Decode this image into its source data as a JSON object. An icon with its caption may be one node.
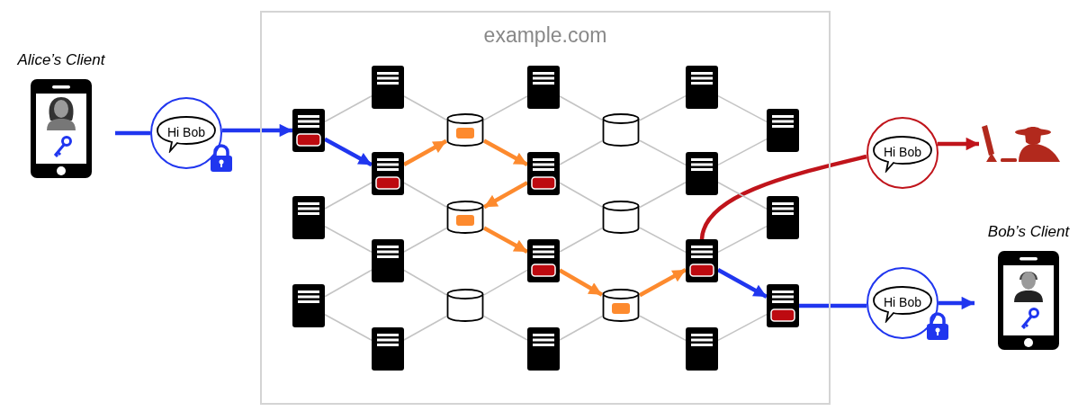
{
  "diagram": {
    "nodes": [
      {
        "text": [
          "Alice’s Client"
        ]
      },
      {
        "text": [
          "Hi Bob"
        ]
      },
      {
        "text": [
          "example.com"
        ]
      },
      {
        "text": [],
        "shape": "server",
        "in": 2
      },
      {
        "text": [],
        "shape": "server",
        "in": 2
      },
      {
        "text": [],
        "shape": "server",
        "in": 2
      },
      {
        "text": [],
        "shape": "server",
        "in": 2
      },
      {
        "text": [],
        "shape": "server",
        "in": 2
      },
      {
        "text": [],
        "shape": "server",
        "in": 2
      },
      {
        "text": [],
        "shape": "server",
        "in": 2
      },
      {
        "text": [],
        "shape": "cylinder",
        "in": 2
      },
      {
        "text": [],
        "shape": "cylinder",
        "in": 2
      },
      {
        "text": [],
        "shape": "cylinder",
        "in": 2
      },
      {
        "text": [],
        "shape": "server",
        "in": 2
      },
      {
        "text": [],
        "shape": "server",
        "in": 2
      },
      {
        "text": [],
        "shape": "server",
        "in": 2
      },
      {
        "text": [],
        "shape": "server",
        "in": 2
      },
      {
        "text": [],
        "shape": "cylinder",
        "in": 2
      },
      {
        "text": [],
        "shape": "cylinder",
        "in": 2
      },
      {
        "text": [],
        "shape": "cylinder",
        "in": 2
      },
      {
        "text": [],
        "shape": "server",
        "in": 2
      },
      {
        "text": [],
        "shape": "server",
        "in": 2
      },
      {
        "text": [],
        "shape": "server",
        "in": 2
      },
      {
        "text": [],
        "shape": "server",
        "in": 2
      },
      {
        "text": [],
        "shape": "server",
        "in": 2
      },
      {
        "text": [],
        "shape": "server",
        "in": 2
      },
      {
        "text": [],
        "shape": "server",
        "in": 2
      },
      {
        "text": [
          "Hi Bob"
        ]
      },
      {
        "text": [],
        "shape": "picture"
      },
      {
        "text": [
          "Hi Bob"
        ]
      },
      {
        "text": [
          "Bob’s Client"
        ]
      }
    ],
    "edges": [
      {
        "from": 0,
        "to": 1,
        "arrow": "none",
        "style": "thick",
        "color": "#2036ef"
      },
      {
        "from": 1,
        "to": 3,
        "arrow": "to",
        "style": "thick",
        "color": "#2036ef"
      },
      {
        "from": 3,
        "to": 7,
        "arrow": "to",
        "style": "thick",
        "color": "#2036ef"
      },
      {
        "from": 7,
        "to": 10,
        "arrow": "to",
        "style": "thick",
        "color": "#fd8a2e"
      },
      {
        "from": 10,
        "to": 14,
        "arrow": "to",
        "style": "thick",
        "color": "#fd8a2e"
      },
      {
        "from": 14,
        "to": 11,
        "arrow": "to",
        "style": "thick",
        "color": "#fd8a2e"
      },
      {
        "from": 11,
        "to": 15,
        "arrow": "to",
        "style": "thick",
        "color": "#fd8a2e"
      },
      {
        "from": 15,
        "to": 19,
        "arrow": "to",
        "style": "thick",
        "color": "#fd8a2e"
      },
      {
        "from": 19,
        "to": 22,
        "arrow": "to",
        "style": "thick",
        "color": "#fd8a2e"
      },
      {
        "from": 22,
        "to": 26,
        "arrow": "to",
        "style": "thick",
        "color": "#2036ef"
      },
      {
        "from": 26,
        "to": 29,
        "arrow": "none",
        "style": "thick",
        "color": "#2036ef"
      },
      {
        "from": 29,
        "to": 30,
        "arrow": "to",
        "style": "thick",
        "color": "#2036ef"
      },
      {
        "from": 22,
        "to": 27,
        "arrow": "none",
        "style": "thick",
        "color": "#c0141b"
      },
      {
        "from": 27,
        "to": 28,
        "arrow": "to",
        "style": "thick",
        "color": "#c0141b"
      },
      {
        "from": 3,
        "to": 6,
        "arrow": "none"
      },
      {
        "from": 4,
        "to": 7,
        "arrow": "none"
      },
      {
        "from": 4,
        "to": 8,
        "arrow": "none"
      },
      {
        "from": 5,
        "to": 8,
        "arrow": "none"
      },
      {
        "from": 5,
        "to": 9,
        "arrow": "none"
      },
      {
        "from": 6,
        "to": 10,
        "arrow": "none"
      },
      {
        "from": 7,
        "to": 11,
        "arrow": "none"
      },
      {
        "from": 8,
        "to": 11,
        "arrow": "none"
      },
      {
        "from": 8,
        "to": 12,
        "arrow": "none"
      },
      {
        "from": 9,
        "to": 12,
        "arrow": "none"
      },
      {
        "from": 10,
        "to": 13,
        "arrow": "none"
      },
      {
        "from": 12,
        "to": 15,
        "arrow": "none"
      },
      {
        "from": 12,
        "to": 16,
        "arrow": "none"
      },
      {
        "from": 13,
        "to": 17,
        "arrow": "none"
      },
      {
        "from": 14,
        "to": 17,
        "arrow": "none"
      },
      {
        "from": 14,
        "to": 18,
        "arrow": "none"
      },
      {
        "from": 15,
        "to": 18,
        "arrow": "none"
      },
      {
        "from": 16,
        "to": 19,
        "arrow": "none"
      },
      {
        "from": 17,
        "to": 20,
        "arrow": "none"
      },
      {
        "from": 17,
        "to": 21,
        "arrow": "none"
      },
      {
        "from": 18,
        "to": 21,
        "arrow": "none"
      },
      {
        "from": 18,
        "to": 22,
        "arrow": "none"
      },
      {
        "from": 19,
        "to": 23,
        "arrow": "none"
      },
      {
        "from": 20,
        "to": 24,
        "arrow": "none"
      },
      {
        "from": 21,
        "to": 24,
        "arrow": "none"
      },
      {
        "from": 21,
        "to": 25,
        "arrow": "none"
      },
      {
        "from": 22,
        "to": 25,
        "arrow": "none"
      },
      {
        "from": 23,
        "to": 26,
        "arrow": "none"
      }
    ]
  }
}
